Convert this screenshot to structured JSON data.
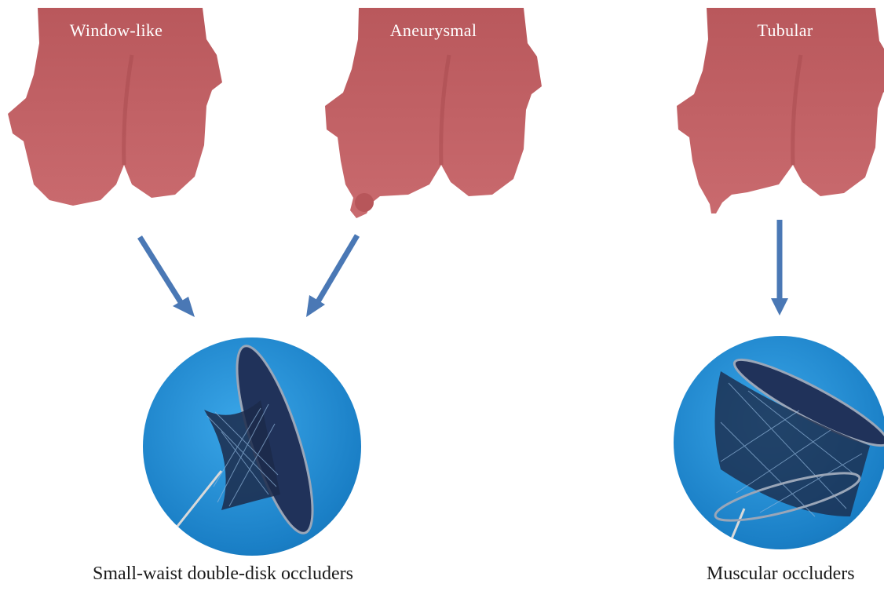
{
  "anatomy_types": [
    {
      "label": "Window-like"
    },
    {
      "label": "Aneurysmal"
    },
    {
      "label": "Tubular"
    }
  ],
  "occluders": [
    {
      "caption": "Small-waist double-disk occluders"
    },
    {
      "caption": "Muscular occluders"
    }
  ],
  "colors": {
    "ventricle": "#c05a5e",
    "arrow": "#4a78b5",
    "occluder_background": "#1f8fd6",
    "mesh": "#1c2a4a"
  }
}
